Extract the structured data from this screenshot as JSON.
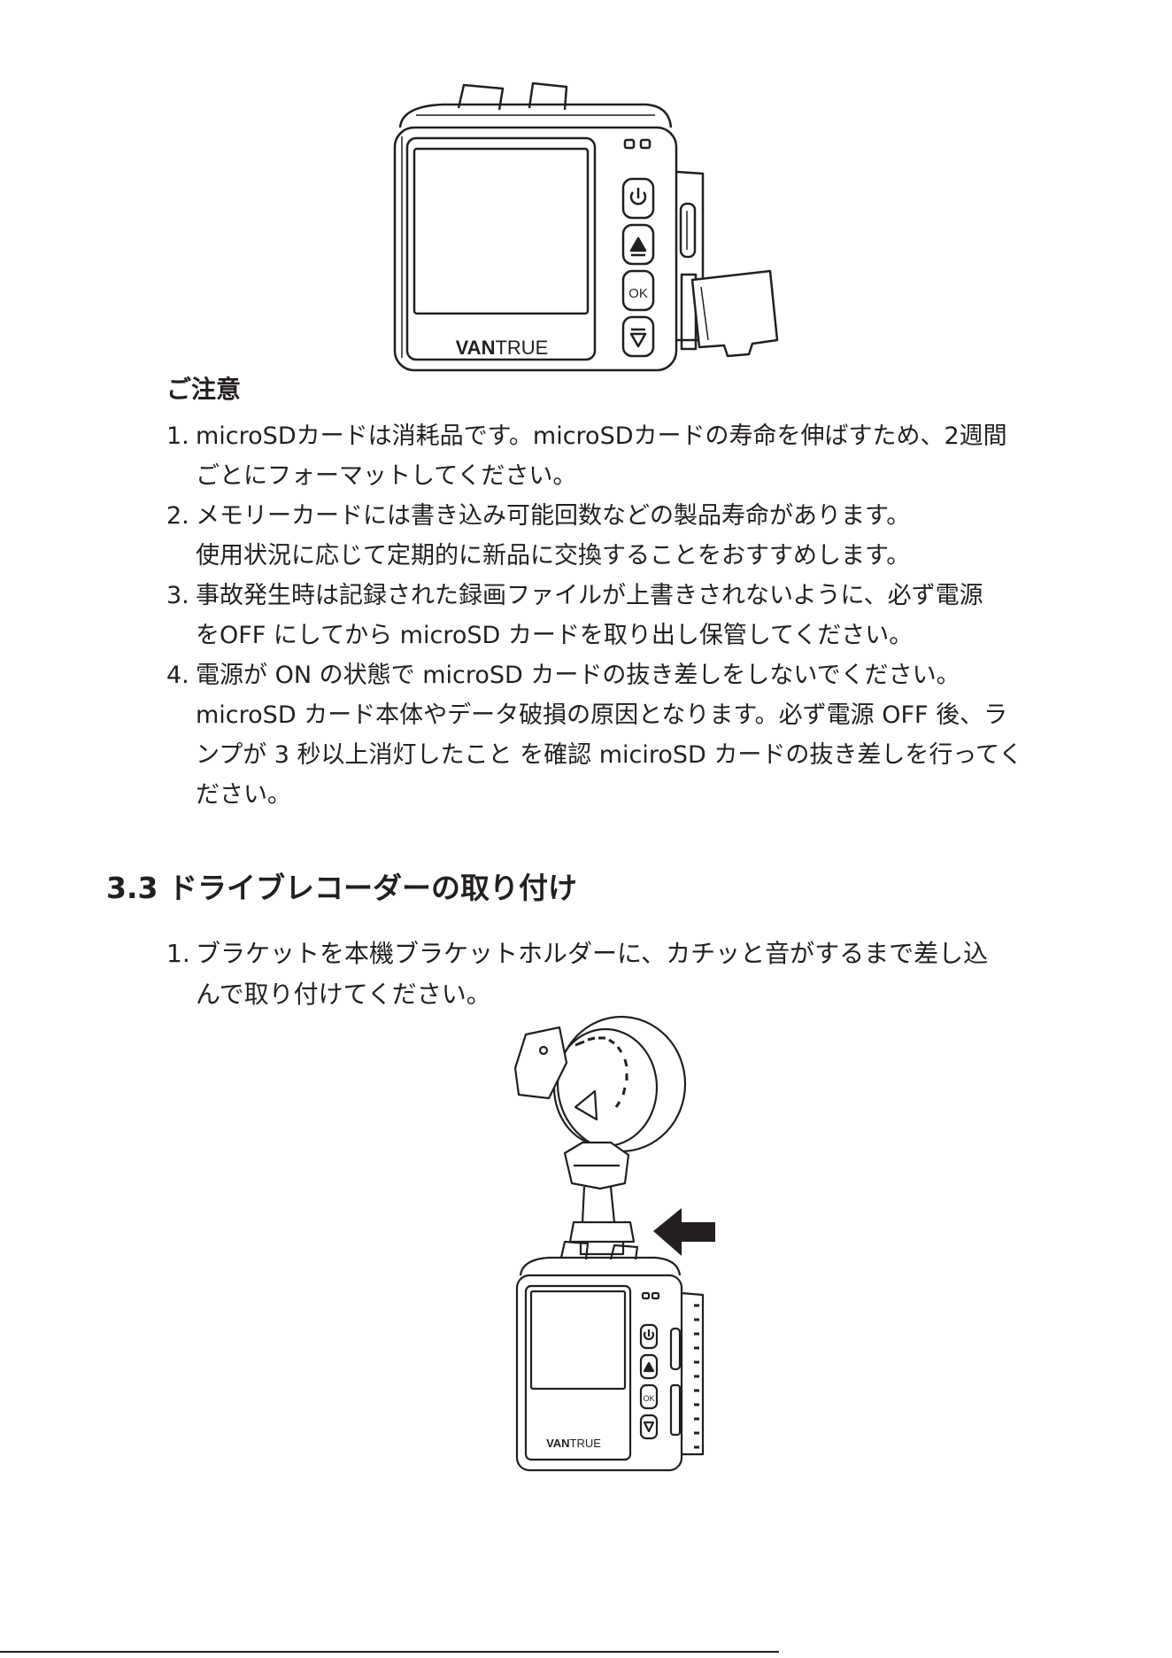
{
  "figure_top": {
    "brand": "VAN",
    "brand_suffix": "TRUE",
    "ok_label": "OK"
  },
  "notes": {
    "title": "ご注意",
    "items": [
      {
        "num": "1.",
        "lines": [
          "microSDカードは消耗品です。microSDカードの寿命を伸ばすため、2週間",
          "ごとにフォーマットしてください。"
        ]
      },
      {
        "num": "2.",
        "lines": [
          "メモリーカードには書き込み可能回数などの製品寿命があります。",
          "使用状況に応じて定期的に新品に交換することをおすすめします。"
        ]
      },
      {
        "num": "3.",
        "lines": [
          "事故発生時は記録された録画ファイルが上書きされないように、必ず電源",
          "をOFF にしてから microSD カードを取り出し保管してください。"
        ]
      },
      {
        "num": "4.",
        "lines": [
          "電源が ON の状態で microSD カードの抜き差しをしないでください。",
          "microSD カード本体やデータ破損の原因となります。必ず電源 OFF 後、ラ",
          "ンプが 3 秒以上消灯したこと を確認 miciroSD カードの抜き差しを行ってく",
          "ださい。"
        ]
      }
    ]
  },
  "section": {
    "title": "3.3 ドライブレコーダーの取り付け",
    "steps": [
      {
        "num": "1.",
        "lines": [
          "ブラケットを本機ブラケットホルダーに、カチッと音がするまで差し込",
          "んで取り付けてください。"
        ]
      }
    ]
  },
  "figure_bottom": {
    "brand": "VAN",
    "brand_suffix": "TRUE",
    "ok_label": "OK"
  }
}
